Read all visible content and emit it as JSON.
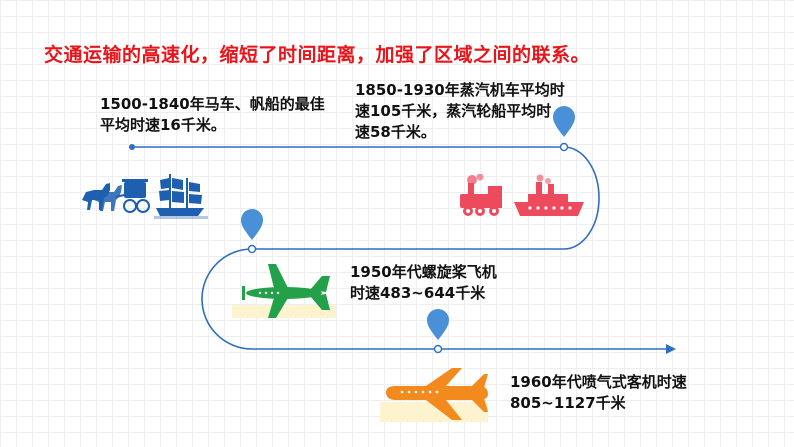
{
  "heading": "交通运输的高速化，缩短了时间距离，加强了区域之间的联系。",
  "stages": [
    {
      "text": "1500-1840年马车、帆船的最佳平均时速16千米。",
      "icon": "horse-carriage-and-sailing-ship-icon"
    },
    {
      "text": "1850-1930年蒸汽机车平均时速105千米，蒸汽轮船平均时速58千米。",
      "icon": "steam-locomotive-and-steamship-icon"
    },
    {
      "text": "1950年代螺旋桨飞机时速483~644千米",
      "icon": "propeller-airplane-icon"
    },
    {
      "text": "1960年代喷气式客机时速805~1127千米",
      "icon": "jet-airliner-icon"
    }
  ],
  "colors": {
    "heading": "#e8151b",
    "route": "#2f6fc0",
    "pin": "#4a90d9",
    "stage1": "#1f5fb0",
    "stage2": "#ee4a5e",
    "stage3": "#23a04a",
    "stage4": "#f28a1e",
    "band": "#fdf3cf"
  }
}
